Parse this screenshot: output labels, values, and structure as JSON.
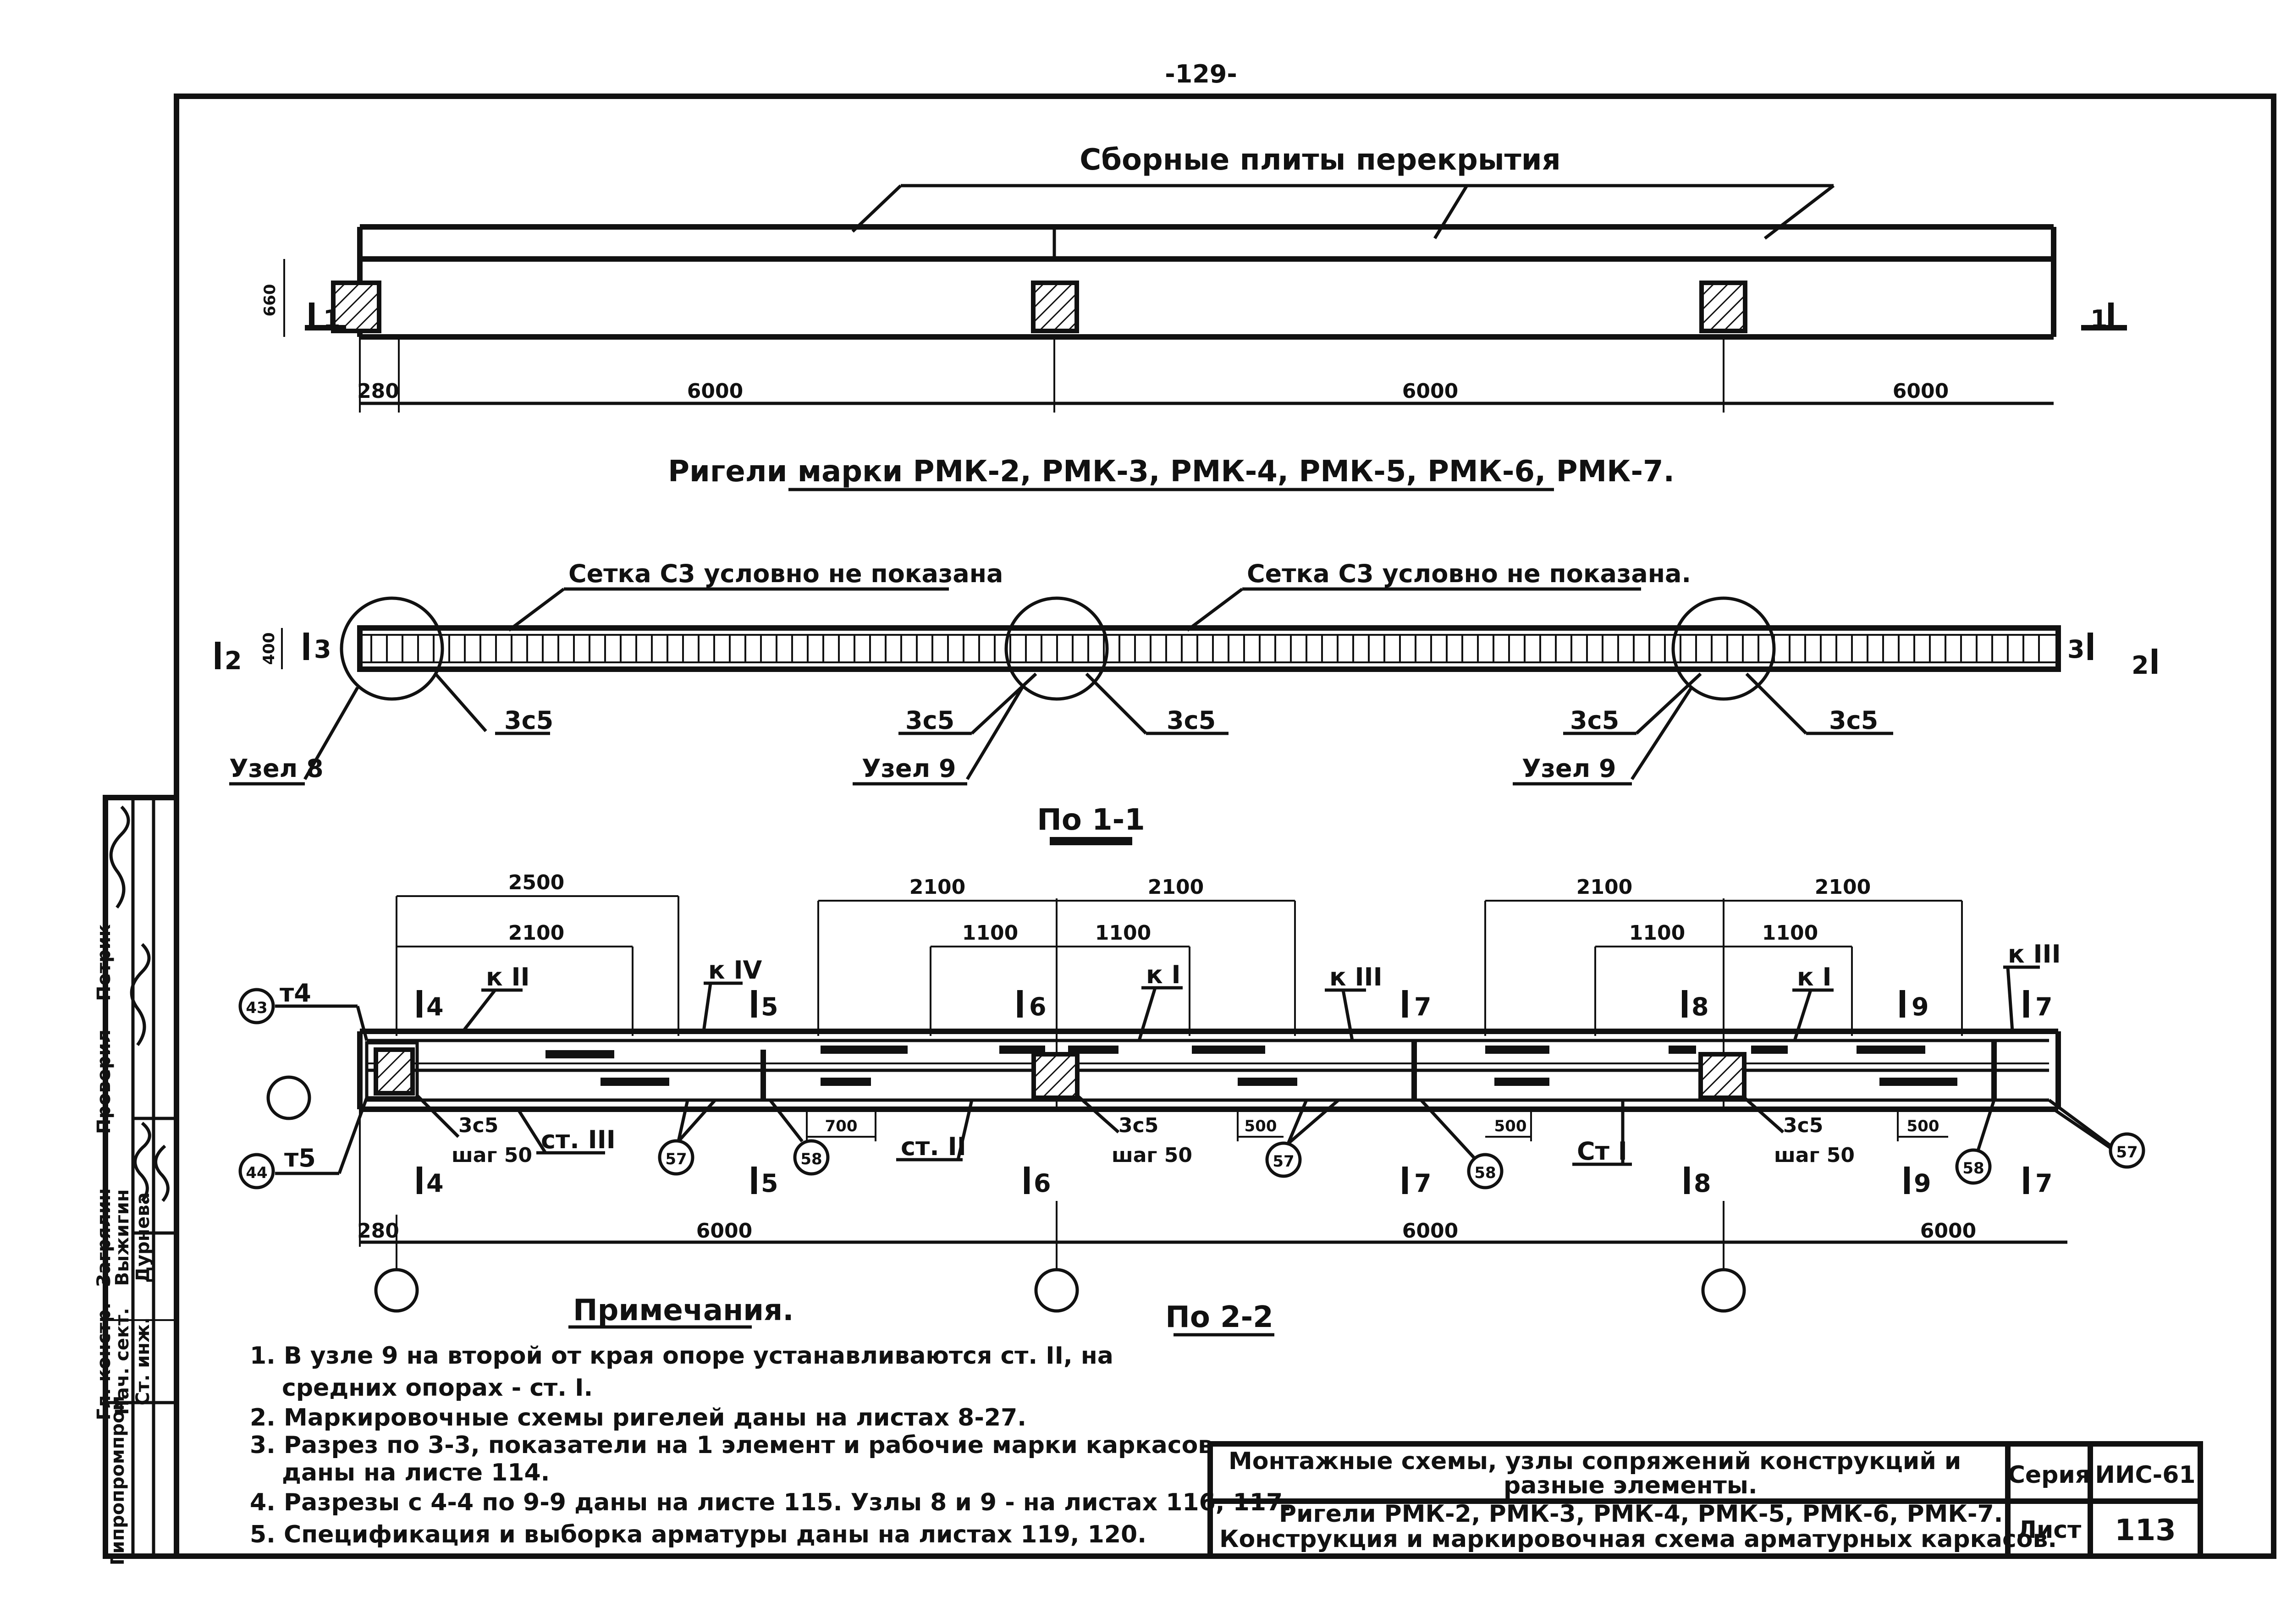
{
  "page_number": "-129-",
  "view1": {
    "label": "Сборные плиты перекрытия",
    "height_dim": "660",
    "section_mark": "1",
    "dims": [
      "280",
      "6000",
      "6000",
      "6000"
    ]
  },
  "heading": "Ригели марки РМК-2, РМК-3, РМК-4, РМК-5, РМК-6, РМК-7.",
  "view2": {
    "note_left": "Сетка С3 условно не показана",
    "note_right": "Сетка С3 условно не показана.",
    "height_dim": "400",
    "section_2": "2",
    "section_3": "3",
    "bar_labels": [
      "3с5",
      "3с5",
      "3с5",
      "3с5",
      "3с5"
    ],
    "node_left": "Узел 8",
    "node_mid": "Узел 9",
    "node_right": "Узел 9",
    "view_name": "По 1-1"
  },
  "view3": {
    "top_dims": [
      "2500",
      "2100",
      "2100",
      "2100",
      "1100",
      "1100",
      "2100",
      "2100",
      "1100",
      "1100"
    ],
    "cage_labels": [
      "к II",
      "к IV",
      "к I",
      "к III",
      "к I",
      "к III"
    ],
    "sections": [
      "4",
      "5",
      "6",
      "7",
      "8",
      "9",
      "7"
    ],
    "marks": [
      "43",
      "44",
      "57",
      "58",
      "57",
      "58",
      "58",
      "57"
    ],
    "m_labels": [
      "т4",
      "т5"
    ],
    "st_labels": [
      "ст. III",
      "ст. II",
      "Ст I"
    ],
    "spacing_labels": [
      "3с5",
      "шаг 50",
      "3с5",
      "шаг 50",
      "3с5",
      "шаг 50"
    ],
    "small_dims": [
      "700",
      "500",
      "500",
      "500"
    ],
    "bottom_dims": [
      "280",
      "6000",
      "6000",
      "6000"
    ],
    "view_name": "По 2-2"
  },
  "notes": {
    "title": "Примечания.",
    "items": [
      "1. В узле 9 на второй от края опоре устанавливаются ст. II, на",
      "средних опорах - ст. I.",
      "2. Маркировочные схемы ригелей даны на листах 8-27.",
      "3. Разрез по 3-3, показатели на 1 элемент и рабочие марки каркасов",
      "даны на листе 114.",
      "4. Разрезы с 4-4 по 9-9 даны на листе 115. Узлы 8 и 9 - на листах 116, 117.",
      "5. Спецификация и выборка арматуры даны на листах 119, 120."
    ]
  },
  "title_block": {
    "row1": "Монтажные схемы, узлы сопряжений конструкций и",
    "row1b": "разные элементы.",
    "row2": "Ригели РМК-2, РМК-3, РМК-4, РМК-5, РМК-6, РМК-7.",
    "row2b": "Конструкция и маркировочная схема арматурных каркасов.",
    "series_label": "Серия",
    "series_value": "ИИС-61",
    "sheet_label": "Лист",
    "sheet_value": "113"
  },
  "side_stamp": {
    "org": "Гипропромпром",
    "roles": [
      "Гл. констр.",
      "Нач. сект.",
      "Ст. инж.",
      "Проверил"
    ],
    "names": [
      "Загрялин",
      "Выжигин",
      "Дурнева",
      "Петрик"
    ]
  }
}
